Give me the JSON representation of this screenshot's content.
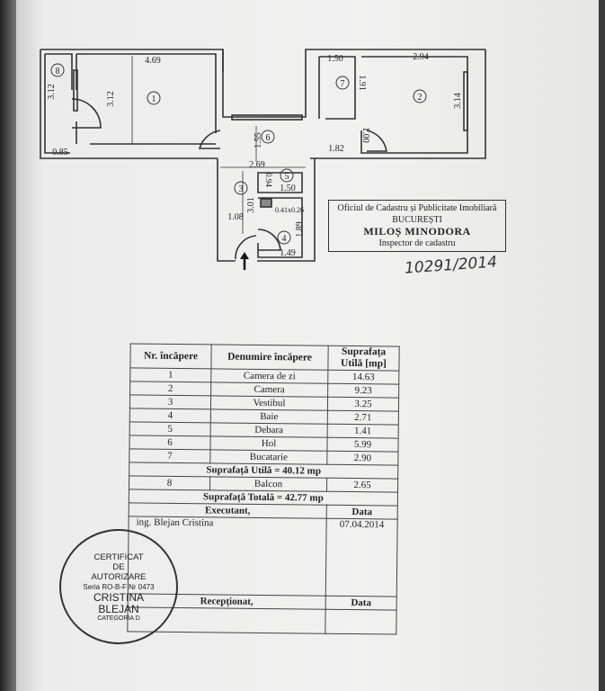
{
  "plan": {
    "dims": {
      "d469": "4.69",
      "d312a": "3.12",
      "d312b": "3.12",
      "d085": "0.85",
      "d150a": "1.50",
      "d294": "2.94",
      "d191": "1.91",
      "d314": "3.14",
      "d100": "1.00",
      "d182": "1.82",
      "d155": "1.55",
      "d269": "2.69",
      "d094": "0.94",
      "d150b": "1.50",
      "d301": "3.01",
      "d108": "1.08",
      "d041": "0.41x0.26",
      "d189": "1.89",
      "d149": "1.49"
    },
    "rooms": [
      "1",
      "2",
      "3",
      "4",
      "5",
      "6",
      "7",
      "8"
    ]
  },
  "official_stamp": {
    "line1": "Oficiul de Cadastru și Publicitate Imobiliară",
    "line2": "BUCUREȘTI",
    "name": "MILOȘ MINODORA",
    "role": "Inspector de cadastru"
  },
  "handwritten_number": "10291/2014",
  "table": {
    "headers": [
      "Nr. încăpere",
      "Denumire încăpere",
      "Suprafața Utilă [mp]"
    ],
    "rows": [
      {
        "nr": "1",
        "name": "Camera de zi",
        "area": "14.63"
      },
      {
        "nr": "2",
        "name": "Camera",
        "area": "9.23"
      },
      {
        "nr": "3",
        "name": "Vestibul",
        "area": "3.25"
      },
      {
        "nr": "4",
        "name": "Baie",
        "area": "2.71"
      },
      {
        "nr": "5",
        "name": "Debara",
        "area": "1.41"
      },
      {
        "nr": "6",
        "name": "Hol",
        "area": "5.99"
      },
      {
        "nr": "7",
        "name": "Bucatarie",
        "area": "2.90"
      }
    ],
    "useful_total": "Suprafață Utilă = 40.12 mp",
    "balcony": {
      "nr": "8",
      "name": "Balcon",
      "area": "2.65"
    },
    "grand_total": "Suprafață Totală = 42.77 mp",
    "executant_label": "Executant,",
    "date_label": "Data",
    "executant_name": "ing. Blejan Cristina",
    "executant_date": "07.04.2014",
    "receptionat_label": "Recepționat,",
    "date_label2": "Data"
  },
  "seal": {
    "line1": "CERTIFICAT",
    "line2": "DE",
    "line3": "AUTORIZARE",
    "line4": "Seria RO-B-F Nr 0473",
    "line5": "CRISTINA",
    "line6": "BLEJAN",
    "line7": "CATEGORIA D"
  }
}
